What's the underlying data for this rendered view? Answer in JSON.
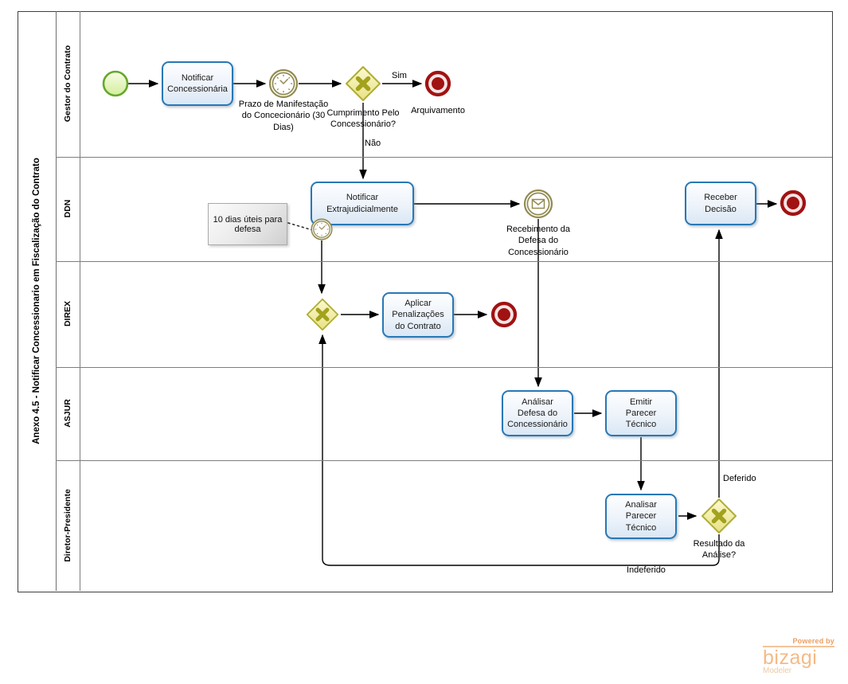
{
  "diagram": {
    "pool_title": "Anexo 4.5 - Notificar Concessionario em Fiscalização do Contrato",
    "lanes": [
      {
        "name": "Gestor do Contrato"
      },
      {
        "name": "DDN"
      },
      {
        "name": "DIREX"
      },
      {
        "name": "ASJUR"
      },
      {
        "name": "Diretor-Presidente"
      }
    ]
  },
  "nodes": {
    "notificar_concessionaria": {
      "label": "Notificar Concessionária"
    },
    "prazo_manifestacao": {
      "label": "Prazo de Manifestação do Concecionário (30 Dias)"
    },
    "cumprimento_gateway": {
      "label": "Cumprimento Pelo Concessionário?"
    },
    "arquivamento": {
      "label": "Arquivamento"
    },
    "notificar_extrajudicialmente": {
      "label": "Notificar Extrajudicialmente"
    },
    "anotacao_defesa": {
      "label": "10 dias úteis para defesa"
    },
    "recebimento_defesa": {
      "label": "Recebimento da Defesa do Concessionário"
    },
    "receber_decisao": {
      "label": "Receber Decisão"
    },
    "aplicar_penalizacoes": {
      "label": "Aplicar Penalizações do Contrato"
    },
    "analisar_defesa": {
      "label": "Análisar Defesa do Concessionário"
    },
    "emitir_parecer": {
      "label": "Emitir Parecer Técnico"
    },
    "analisar_parecer": {
      "label": "Analisar Parecer Técnico"
    },
    "resultado_analise": {
      "label": "Resultado da Análise?"
    }
  },
  "edge_labels": {
    "sim": "Sim",
    "nao": "Não",
    "deferido": "Deferido",
    "indeferido": "Indeferido"
  },
  "logo": {
    "powered_by": "Powered by",
    "brand": "bizagi",
    "product": "Modeler"
  },
  "colors": {
    "task-border": "#2878b5",
    "event-olive": "#938b51",
    "end-red": "#a11212",
    "start-green": "#66a82c",
    "gateway-border": "#b0ad35",
    "gateway-x": "#a3a21e",
    "flow": "#000000",
    "logo-orange": "#f5ba85"
  }
}
